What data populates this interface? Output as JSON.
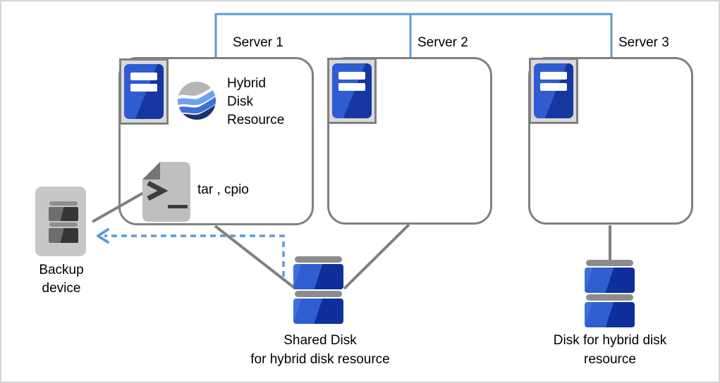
{
  "servers": [
    {
      "label": "Server 1"
    },
    {
      "label": "Server 2"
    },
    {
      "label": "Server 3"
    }
  ],
  "server1_contents": {
    "hybrid_disk_resource": {
      "lines": [
        "Hybrid",
        "Disk",
        "Resource"
      ]
    },
    "backup_commands": "tar , cpio"
  },
  "backup_device": {
    "lines": [
      "Backup",
      "device"
    ]
  },
  "shared_disk": {
    "lines": [
      "Shared Disk",
      "for hybrid disk resource"
    ]
  },
  "hybrid_disk": {
    "lines": [
      "Disk for hybrid disk",
      "resource"
    ]
  },
  "colors": {
    "interconnect_blue": "#5b9bd5",
    "connector_gray": "#808080",
    "box_border_gray": "#808080",
    "server_icon_blue": "#2f5cd0",
    "server_icon_blue_dark": "#16379f",
    "disk_blue": "#2e5ecf",
    "disk_blue_dark": "#0f2f9b",
    "disk_platter_gray": "#8c8c8c",
    "hybrid_icon_gray": "#b5b5b5",
    "hybrid_icon_light_blue": "#6f9ff0",
    "hybrid_icon_mid_blue": "#3e70d8",
    "hybrid_icon_navy": "#17336f",
    "script_file_gray": "#bfbfbf",
    "backup_device_gray": "#c7c7c7"
  }
}
